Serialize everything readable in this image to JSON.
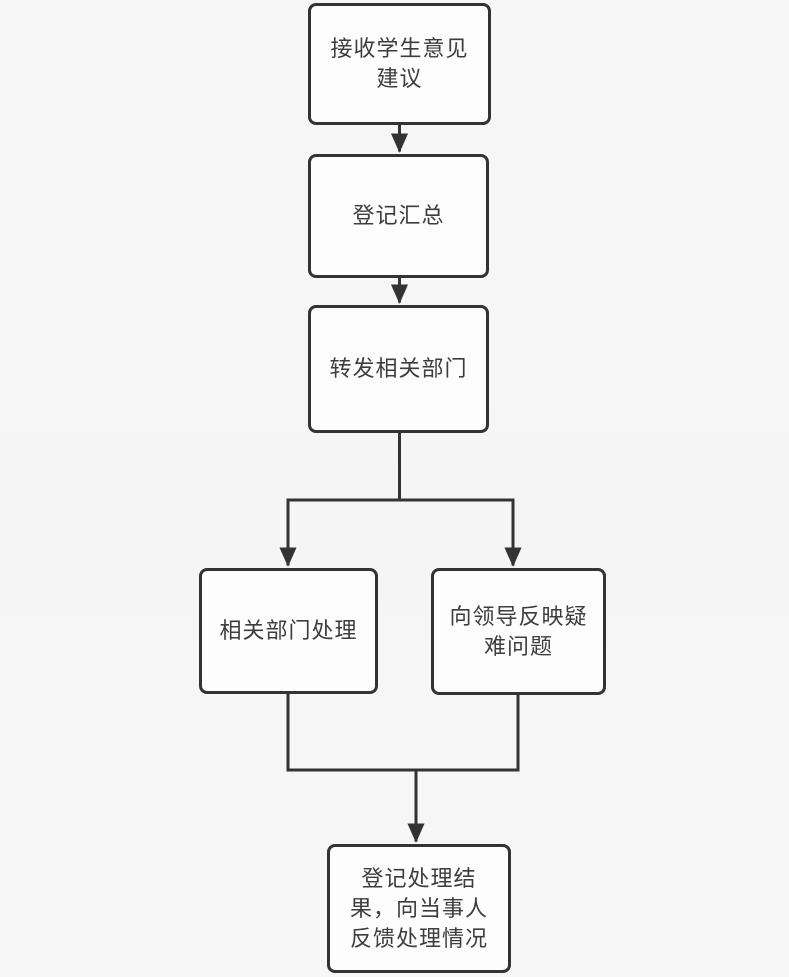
{
  "diagram": {
    "type": "flowchart",
    "direction": "top-down",
    "nodes": [
      {
        "id": "receive",
        "label": "接收学生意见\n建议"
      },
      {
        "id": "register",
        "label": "登记汇总"
      },
      {
        "id": "forward",
        "label": "转发相关部门"
      },
      {
        "id": "dept_handle",
        "label": "相关部门处理"
      },
      {
        "id": "report_leader",
        "label": "向领导反映疑\n难问题"
      },
      {
        "id": "record_feedback",
        "label": "登记处理结\n果，向当事人\n反馈处理情况"
      }
    ],
    "edges": [
      {
        "from": "receive",
        "to": "register"
      },
      {
        "from": "register",
        "to": "forward"
      },
      {
        "from": "forward",
        "to": "dept_handle"
      },
      {
        "from": "forward",
        "to": "report_leader"
      },
      {
        "from": "dept_handle",
        "to": "record_feedback"
      },
      {
        "from": "report_leader",
        "to": "record_feedback"
      }
    ],
    "colors": {
      "line": "#333333",
      "box_border": "#333333",
      "box_fill": "#fdfdfd",
      "text": "#3d3d3d",
      "background": "#f6f6f6"
    }
  }
}
